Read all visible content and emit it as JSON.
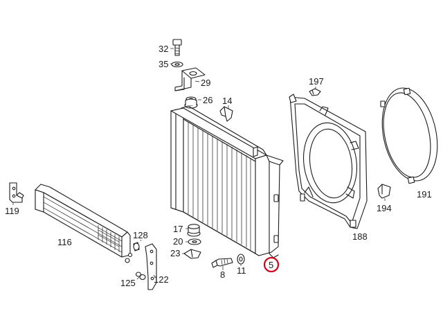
{
  "diagram": {
    "highlight_color": "#d0021b",
    "line_color": "#1a1a1a",
    "background": "#ffffff",
    "callouts": [
      {
        "id": "c32",
        "label": "32"
      },
      {
        "id": "c35",
        "label": "35"
      },
      {
        "id": "c29",
        "label": "29"
      },
      {
        "id": "c26",
        "label": "26"
      },
      {
        "id": "c14",
        "label": "14"
      },
      {
        "id": "c197",
        "label": "197"
      },
      {
        "id": "c119",
        "label": "119"
      },
      {
        "id": "c116",
        "label": "116"
      },
      {
        "id": "c128",
        "label": "128"
      },
      {
        "id": "c17",
        "label": "17"
      },
      {
        "id": "c20",
        "label": "20"
      },
      {
        "id": "c23",
        "label": "23"
      },
      {
        "id": "c8",
        "label": "8"
      },
      {
        "id": "c11",
        "label": "11"
      },
      {
        "id": "c5",
        "label": "5",
        "highlighted": true
      },
      {
        "id": "c125",
        "label": "125"
      },
      {
        "id": "c122",
        "label": "122"
      },
      {
        "id": "c188",
        "label": "188"
      },
      {
        "id": "c194",
        "label": "194"
      },
      {
        "id": "c191",
        "label": "191"
      }
    ]
  }
}
